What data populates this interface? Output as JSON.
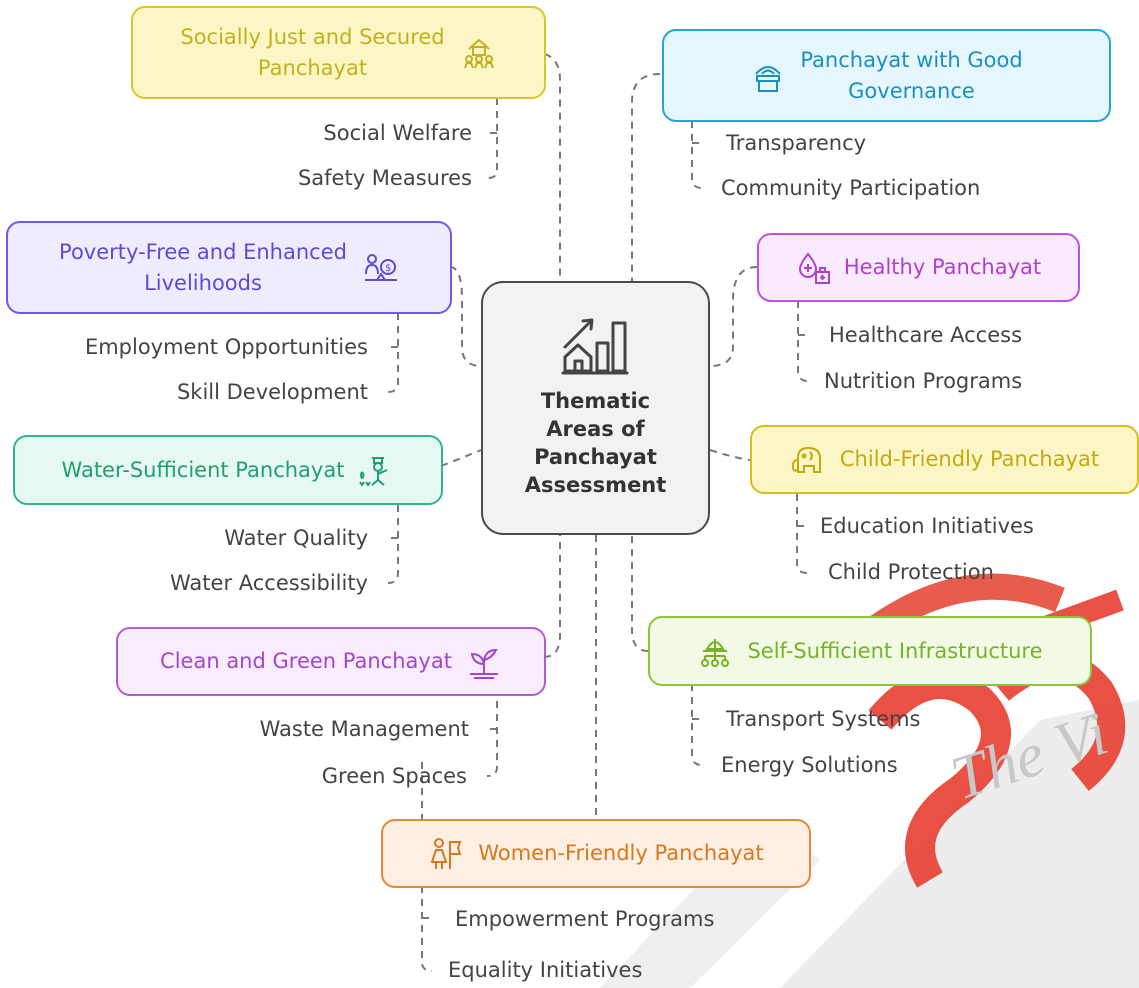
{
  "center": {
    "title_lines": [
      "Thematic",
      "Areas of",
      "Panchayat",
      "Assessment"
    ]
  },
  "themes": {
    "socially": {
      "title": "Socially Just and Secured Panchayat",
      "title_lines": [
        "Socially Just and Secured",
        "Panchayat"
      ],
      "items": [
        "Social Welfare",
        "Safety Measures"
      ],
      "color": "#d6c72a",
      "fill": "#fcf6c6",
      "icon": "people-house-icon"
    },
    "governance": {
      "title": "Panchayat with Good Governance",
      "title_lines": [
        "Panchayat with Good",
        "Governance"
      ],
      "items": [
        "Transparency",
        "Community Participation"
      ],
      "color": "#27a3d8",
      "fill": "#e5f6fd",
      "icon": "podium-icon"
    },
    "poverty": {
      "title": "Poverty-Free and Enhanced Livelihoods",
      "title_lines": [
        "Poverty-Free and Enhanced",
        "Livelihoods"
      ],
      "items": [
        "Employment Opportunities",
        "Skill Development"
      ],
      "color": "#6c5ce7",
      "fill": "#efedfd",
      "icon": "person-money-icon"
    },
    "healthy": {
      "title": "Healthy Panchayat",
      "items": [
        "Healthcare Access",
        "Nutrition Programs"
      ],
      "color": "#c44ee0",
      "fill": "#f9ebfd",
      "icon": "health-icon"
    },
    "water": {
      "title": "Water-Sufficient Panchayat",
      "items": [
        "Water Quality",
        "Water Accessibility"
      ],
      "color": "#2fb884",
      "fill": "#e6f8f1",
      "icon": "water-icon"
    },
    "child": {
      "title": "Child-Friendly Panchayat",
      "items": [
        "Education Initiatives",
        "Child Protection"
      ],
      "color": "#d8be1c",
      "fill": "#fcf6c6",
      "icon": "elephant-icon"
    },
    "clean": {
      "title": "Clean and Green Panchayat",
      "items": [
        "Waste Management",
        "Green Spaces"
      ],
      "color": "#b35ad6",
      "fill": "#f8ecfd",
      "icon": "plant-icon"
    },
    "infra": {
      "title": "Self-Sufficient Infrastructure",
      "items": [
        "Transport Systems",
        "Energy Solutions"
      ],
      "color": "#8cc43a",
      "fill": "#f2fae5",
      "icon": "infrastructure-icon"
    },
    "women": {
      "title": "Women-Friendly Panchayat",
      "items": [
        "Empowerment Programs",
        "Equality Initiatives"
      ],
      "color": "#e58a2e",
      "fill": "#fdefe3",
      "icon": "woman-flag-icon"
    }
  },
  "watermark": {
    "text": "The Vi"
  }
}
